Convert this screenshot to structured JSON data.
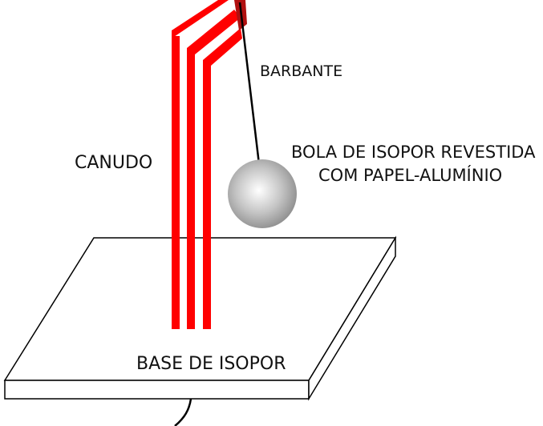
{
  "labels": {
    "string": "BARBANTE",
    "straw": "CANUDO",
    "ball_line1": "BOLA DE ISOPOR REVESTIDA",
    "ball_line2": "COM PAPEL-ALUMÍNIO",
    "base": "BASE DE ISOPOR"
  },
  "colors": {
    "straw_stripe": "#ff0000",
    "straw_cap": "#b01010",
    "outline": "#000000",
    "base_fill": "#ffffff",
    "ball_light": "#ffffff",
    "ball_dark": "#8a8a8a"
  }
}
